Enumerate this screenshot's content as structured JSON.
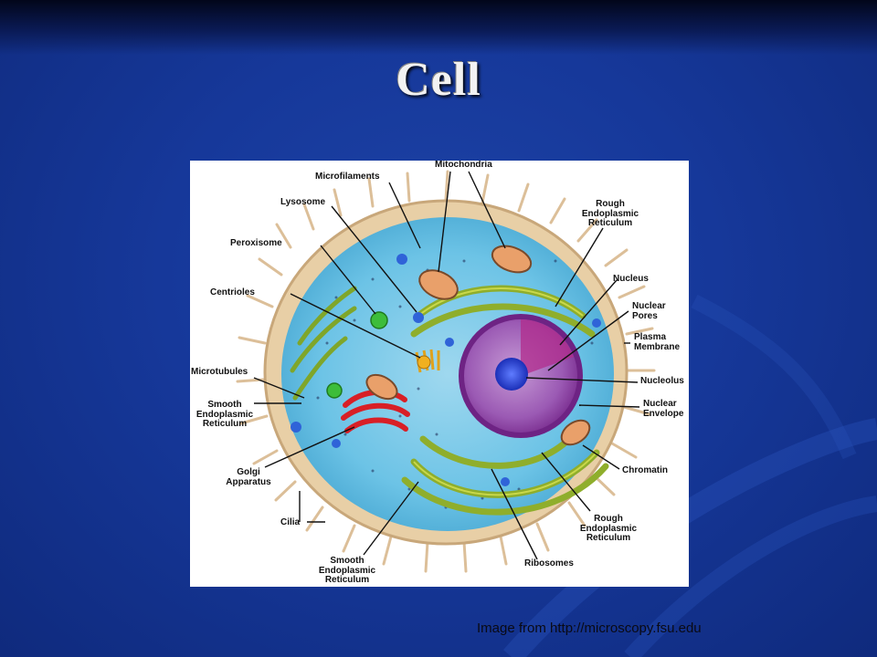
{
  "slide": {
    "title": "Cell",
    "credit": "Image from http://microscopy.fsu.edu"
  },
  "diagram": {
    "labels": {
      "mitochondria": [
        "Mitochondria"
      ],
      "microfilaments": [
        "Microfilaments"
      ],
      "lysosome": [
        "Lysosome"
      ],
      "peroxisome": [
        "Peroxisome"
      ],
      "centrioles": [
        "Centrioles"
      ],
      "microtubules": [
        "Microtubules"
      ],
      "smooth_er_left": [
        "Smooth",
        "Endoplasmic",
        "Reticulum"
      ],
      "golgi": [
        "Golgi",
        "Apparatus"
      ],
      "cilia": [
        "Cilia"
      ],
      "smooth_er_bottom": [
        "Smooth",
        "Endoplasmic",
        "Reticulum"
      ],
      "ribosomes": [
        "Ribosomes"
      ],
      "rough_er_bottom": [
        "Rough",
        "Endoplasmic",
        "Reticulum"
      ],
      "chromatin": [
        "Chromatin"
      ],
      "nuclear_envelope": [
        "Nuclear",
        "Envelope"
      ],
      "nucleolus": [
        "Nucleolus"
      ],
      "plasma_membrane": [
        "Plasma",
        "Membrane"
      ],
      "nuclear_pores": [
        "Nuclear",
        "Pores"
      ],
      "nucleus": [
        "Nucleus"
      ],
      "rough_er_top": [
        "Rough",
        "Endoplasmic",
        "Reticulum"
      ]
    }
  }
}
